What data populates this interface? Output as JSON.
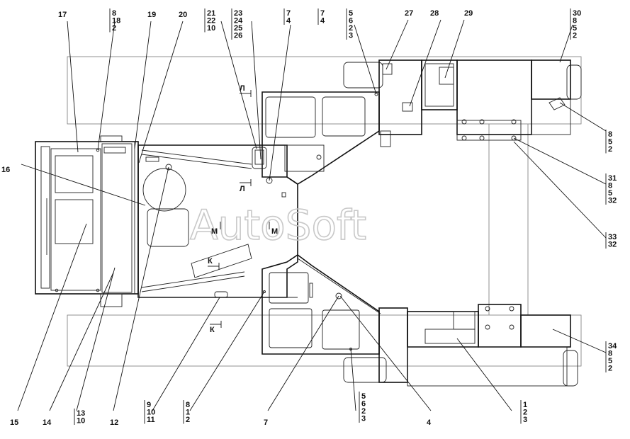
{
  "watermark": "AutoSoft",
  "callouts": {
    "c17": "17",
    "c19": "19",
    "c20": "20",
    "c27": "27",
    "c28": "28",
    "c29": "29",
    "c16": "16",
    "c15": "15",
    "c14": "14",
    "c12": "12",
    "c7": "7",
    "c4": "4"
  },
  "stacks": {
    "s_8_18_2": [
      "8",
      "18",
      "2"
    ],
    "s_21_22_10": [
      "21",
      "22",
      "10"
    ],
    "s_23_24_25_26": [
      "23",
      "24",
      "25",
      "26"
    ],
    "s_7_4_a": [
      "7",
      "4"
    ],
    "s_7_4_b": [
      "7",
      "4"
    ],
    "s_5_6_2_3_top": [
      "5",
      "6",
      "2",
      "3"
    ],
    "s_30_8_5_2": [
      "30",
      "8",
      "5",
      "2"
    ],
    "s_8_5_2": [
      "8",
      "5",
      "2"
    ],
    "s_31_8_5_32": [
      "31",
      "8",
      "5",
      "32"
    ],
    "s_33_32": [
      "33",
      "32"
    ],
    "s_34_8_5_2": [
      "34",
      "8",
      "5",
      "2"
    ],
    "s_13_10": [
      "13",
      "10"
    ],
    "s_9_10_11": [
      "9",
      "10",
      "11"
    ],
    "s_8_1_2": [
      "8",
      "1",
      "2"
    ],
    "s_5_6_2_3_bot": [
      "5",
      "6",
      "2",
      "3"
    ],
    "s_1_2_3": [
      "1",
      "2",
      "3"
    ]
  },
  "marks": {
    "l_top": "Л",
    "l_mid": "Л",
    "m_left": "М",
    "m_right": "М",
    "k_left": "К",
    "k_bottom": "К"
  }
}
